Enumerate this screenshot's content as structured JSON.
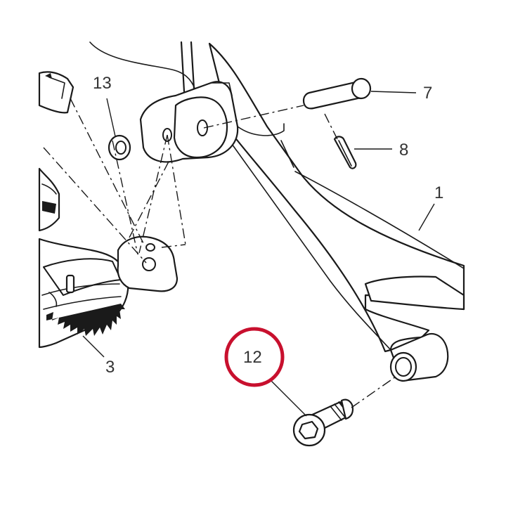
{
  "diagram": {
    "highlight_color": "#c8102e",
    "line_color": "#1a1a1a",
    "callouts": [
      {
        "id": "7",
        "label": "7"
      },
      {
        "id": "8",
        "label": "8"
      },
      {
        "id": "1",
        "label": "1"
      },
      {
        "id": "13",
        "label": "13"
      },
      {
        "id": "3",
        "label": "3"
      },
      {
        "id": "12",
        "label": "12",
        "highlighted": true
      }
    ]
  }
}
